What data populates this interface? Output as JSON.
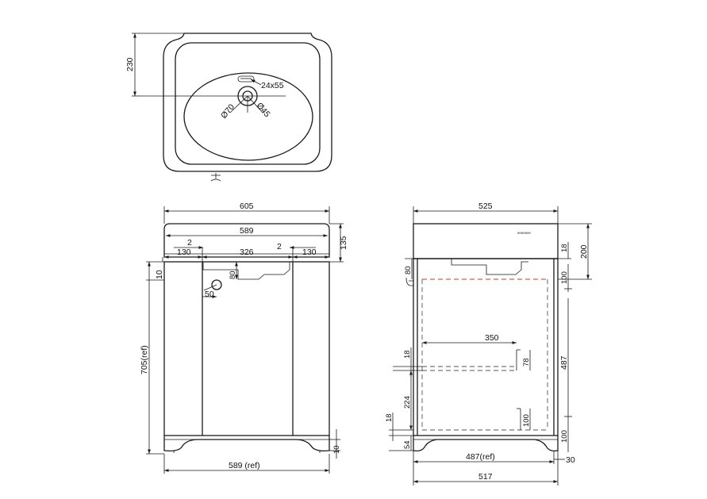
{
  "top_view": {
    "depth": "230",
    "tap_slot": "24x55",
    "waste_outer": "Ø70",
    "waste_inner": "Ø45"
  },
  "front_view": {
    "overall_width": "605",
    "basin_width": "589",
    "gap_left": "2",
    "gap_right": "2",
    "side_left": "130",
    "centre_panel": "326",
    "side_right": "130",
    "basin_height": "135",
    "top_gap": "10",
    "cabinet_height": "705(ref)",
    "bowl_depth": "80",
    "knob_dia": "50",
    "foot_height": "10",
    "base_width": "589 (ref)"
  },
  "side_view": {
    "overall_depth": "525",
    "height_total": "200",
    "top_thickness": "18",
    "rail": "100",
    "waste_drop": "80",
    "shelf_depth": "350",
    "shelf_thickness": "18",
    "shelf_slot": "78",
    "shelf_height": "224",
    "inner_height": "487",
    "lower_slot": "100",
    "bottom_rail": "100",
    "base_thickness": "18",
    "plinth": "54",
    "cabinet_depth": "487(ref)",
    "foot_inset": "30",
    "base_depth": "517",
    "tiny_mark": "0000000"
  }
}
